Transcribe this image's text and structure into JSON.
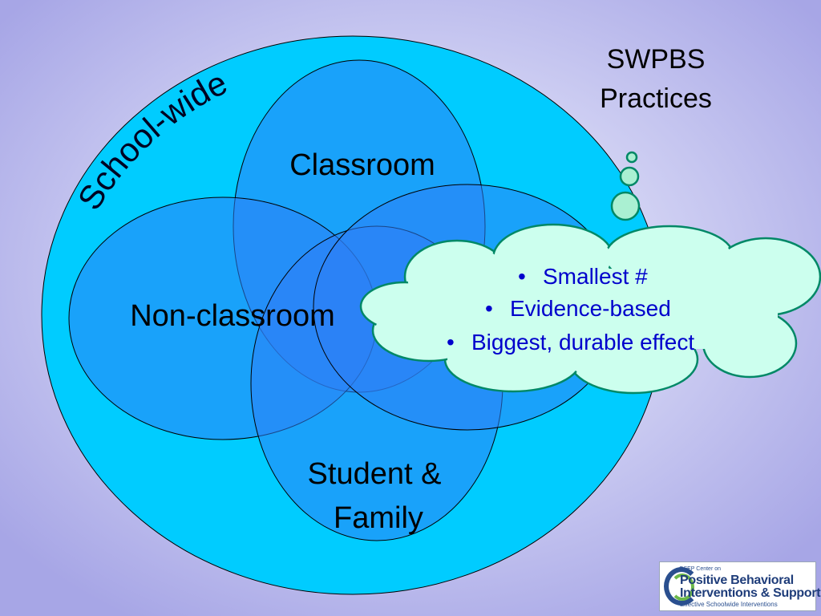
{
  "diagram": {
    "outer_label": "School-wide",
    "sets": [
      {
        "id": "classroom",
        "label": "Classroom"
      },
      {
        "id": "non_classroom",
        "label": "Non-classroom"
      },
      {
        "id": "student_family",
        "label_line1": "Student &",
        "label_line2": "Family"
      }
    ],
    "callout": {
      "title_line1": "SWPBS",
      "title_line2": "Practices",
      "bullet_char": "•",
      "bullets": [
        "Smallest #",
        "Evidence-based",
        "Biggest, durable effect"
      ]
    }
  },
  "logo": {
    "small": "OSEP Center on",
    "line1": "Positive Behavioral",
    "line2": "Interventions & Supports",
    "tagline": "Effective Schoolwide Interventions"
  },
  "colors": {
    "background": "#a9a8e8",
    "outer_circle": "#00ccff",
    "ellipse_fill": "#2e8cf5",
    "cloud_fill": "#ccffee",
    "cloud_stroke": "#008866",
    "bullet_text": "#0000cc"
  }
}
